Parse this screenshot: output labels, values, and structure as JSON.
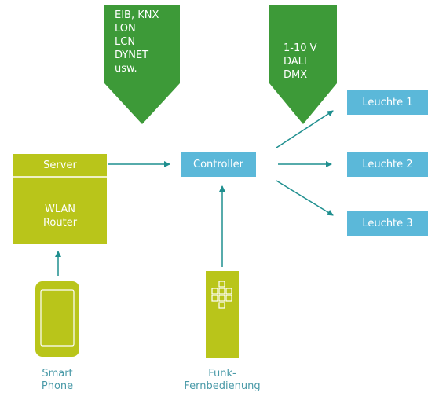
{
  "colors": {
    "green_dark": "#3d9a38",
    "green_light": "#b9c51a",
    "blue": "#5bb8d9",
    "teal": "#1f8f8f",
    "caption": "#4a9aa8"
  },
  "banners": {
    "bus_protocols": "EIB, KNX\nLON\nLCN\nDYNET\nusw.",
    "dimming_protocols": "1-10 V\nDALI\nDMX"
  },
  "server_box": {
    "server_label": "Server",
    "router_label": "WLAN\nRouter"
  },
  "controller_label": "Controller",
  "lights": [
    {
      "label": "Leuchte 1"
    },
    {
      "label": "Leuchte 2"
    },
    {
      "label": "Leuchte 3"
    }
  ],
  "devices": {
    "smartphone_caption": "Smart\nPhone",
    "remote_caption": "Funk-\nFernbedienung"
  }
}
